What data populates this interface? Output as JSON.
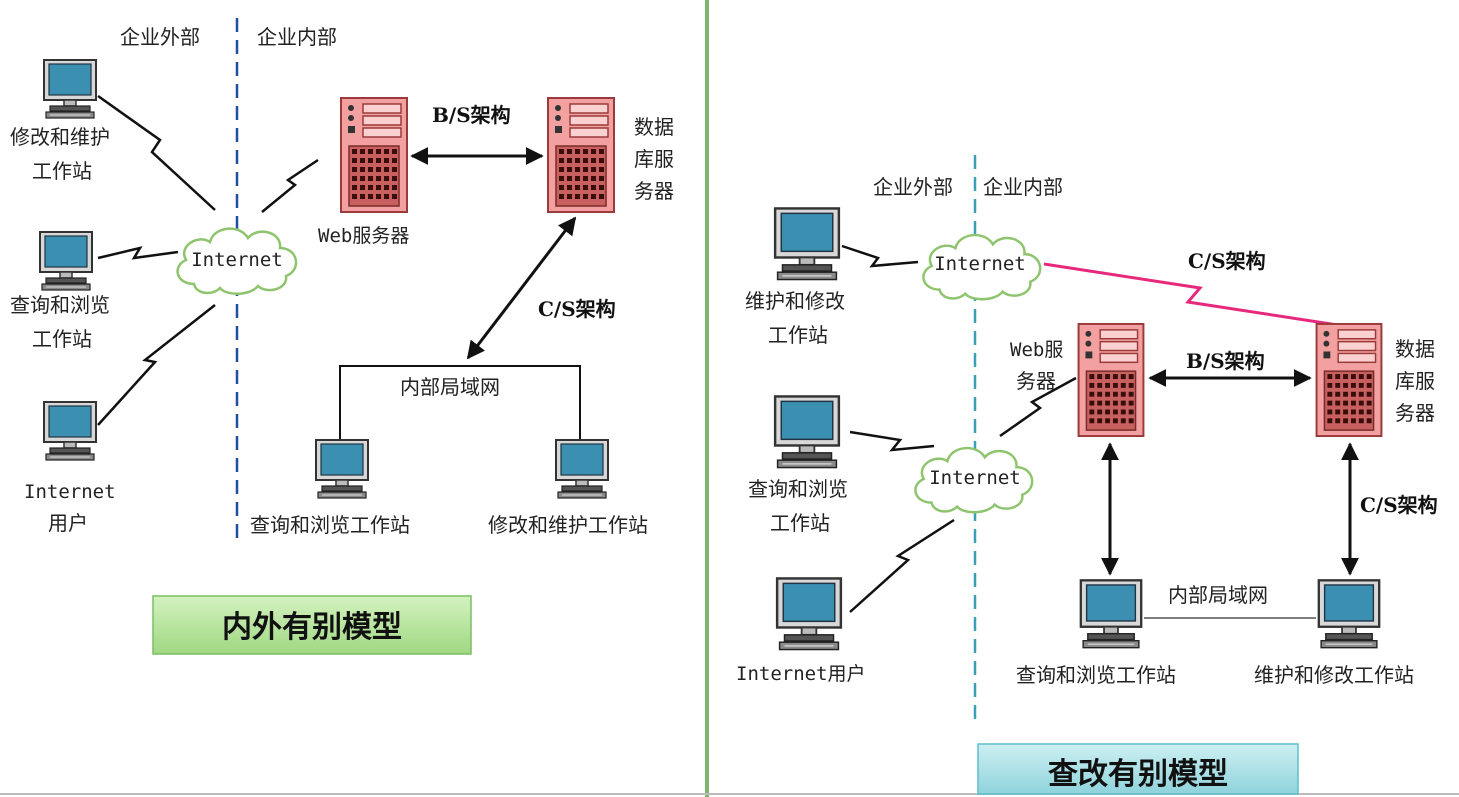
{
  "left_model": {
    "title": "内外有别模型",
    "outside_label": "企业外部",
    "inside_label": "企业内部",
    "internet_label": "Internet",
    "web_server_label": "Web服务器",
    "db_server_label_lines": [
      "数据",
      "库服",
      "务器"
    ],
    "bs_label": "B/S架构",
    "cs_label": "C/S架构",
    "lan_label": "内部局域网",
    "ext_ws1_lines": [
      "修改和维护",
      "工作站"
    ],
    "ext_ws2_lines": [
      "查询和浏览",
      "工作站"
    ],
    "ext_user_lines": [
      "Internet",
      "用户"
    ],
    "int_ws1_label": "查询和浏览工作站",
    "int_ws2_label": "修改和维护工作站"
  },
  "right_model": {
    "title": "查改有别模型",
    "outside_label": "企业外部",
    "inside_label": "企业内部",
    "internet_top_label": "Internet",
    "internet_bottom_label": "Internet",
    "cs_top_label": "C/S架构",
    "web_server_label_lines": [
      "Web服",
      "务器"
    ],
    "db_server_label_lines": [
      "数据",
      "库服",
      "务器"
    ],
    "bs_label": "B/S架构",
    "cs_right_label": "C/S架构",
    "lan_label": "内部局域网",
    "ext_ws1_lines": [
      "维护和修改",
      "工作站"
    ],
    "ext_ws2_lines": [
      "查询和浏览",
      "工作站"
    ],
    "ext_user_label": "Internet用户",
    "int_ws1_label": "查询和浏览工作站",
    "int_ws2_label": "维护和修改工作站"
  },
  "colors": {
    "server_fill": "#f2a0a0",
    "server_stroke": "#9b3a3a",
    "monitor_screen": "#3b8fb0",
    "dash_line": "#1f4fa0",
    "divider": "#7fb56a",
    "cs_pink": "#e6297d",
    "title_left_bg": "#b8e6a0",
    "title_right_bg": "#aee0e6"
  }
}
